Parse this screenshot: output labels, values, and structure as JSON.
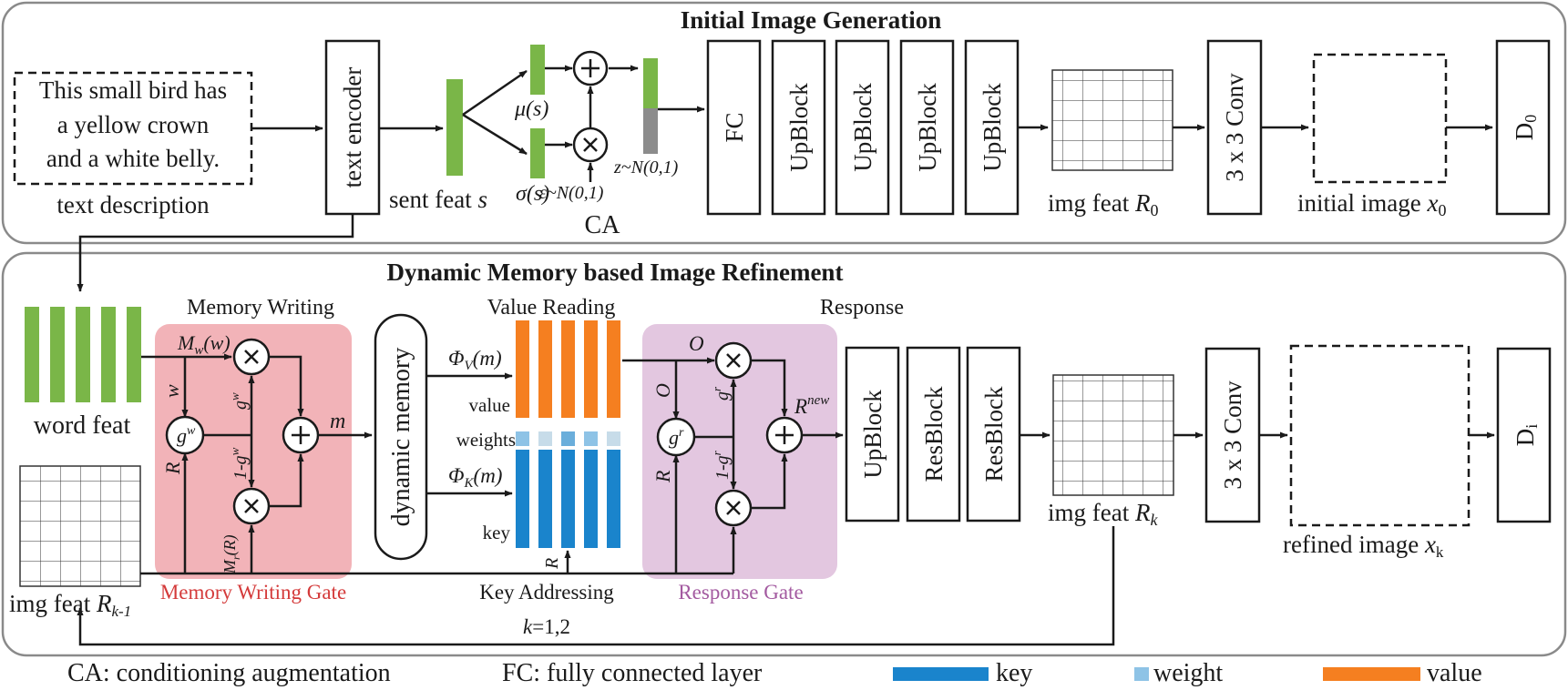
{
  "top_section": {
    "title": "Initial Image Generation",
    "text_description": [
      "This small bird has",
      "a yellow crown",
      "and a white belly."
    ],
    "text_description_label": "text description",
    "text_encoder": "text encoder",
    "sent_feat_label": "sent feat ",
    "sent_feat_var": "s",
    "mu_label": "μ(s)",
    "sigma_label": "σ(s)",
    "epsilon_label": "ε~N(0,1)",
    "z_label": "z~N(0,1)",
    "ca_label": "CA",
    "fc": "FC",
    "upblock": "UpBlock",
    "img_feat_label": "img feat ",
    "img_feat_var": "R",
    "img_feat_sub": "0",
    "conv": "3 x 3 Conv",
    "initial_image_label": "initial image ",
    "initial_image_var": "x",
    "initial_image_sub": "0",
    "discriminator": "D",
    "discriminator_sub": "0"
  },
  "bottom_section": {
    "title": "Dynamic Memory based Image Refinement",
    "word_feat": "word feat",
    "img_feat_prev": "img feat ",
    "img_feat_prev_var": "R",
    "img_feat_prev_sub": "k-1",
    "memory_writing": "Memory Writing",
    "memory_writing_gate": "Memory Writing Gate",
    "mw": "M",
    "mw_sub": "w",
    "mw_arg": "(w)",
    "w_label": "w",
    "gw": "g",
    "gw_sup": "w",
    "one_minus_gw": "1-g",
    "one_minus_gw_sup": "w",
    "mr": "M",
    "mr_sub": "r",
    "mr_arg": "(R)",
    "r_label": "R",
    "m_label": "m",
    "dynamic_memory": "dynamic memory",
    "value_reading": "Value Reading",
    "phi_v": "Φ",
    "phi_v_sub": "V",
    "phi_arg": "(m)",
    "phi_k": "Φ",
    "phi_k_sub": "K",
    "value_label": "value",
    "weights_label": "weights",
    "key_label": "key",
    "key_addressing": "Key Addressing",
    "k_eq": "=1,2",
    "k_var": "k",
    "response": "Response",
    "response_gate": "Response Gate",
    "o_label": "O",
    "gr": "g",
    "gr_sup": "r",
    "one_minus_gr": "1-g",
    "one_minus_gr_sup": "r",
    "r_new": "R",
    "r_new_sup": "new",
    "upblock": "UpBlock",
    "resblock": "ResBlock",
    "img_feat_k": "img feat ",
    "img_feat_k_var": "R",
    "img_feat_k_sub": "k",
    "conv": "3 x 3 Conv",
    "refined_image": "refined image ",
    "refined_image_var": "x",
    "refined_image_sub": "k",
    "discriminator": "D",
    "discriminator_sub": "i"
  },
  "legend": {
    "ca_def": "CA: conditioning augmentation",
    "fc_def": "FC: fully connected layer",
    "key": "key",
    "weight": "weight",
    "value": "value"
  },
  "colors": {
    "green": "#7ab648",
    "gray": "#8c8c8c",
    "orange": "#f57f20",
    "blue": "#1a84cc",
    "light_blue": "#8ec3e6",
    "pink_gate": "#f2b3b8",
    "purple_gate": "#e3c7e0",
    "gate_red_text": "#d43a3a",
    "gate_purple_text": "#a35aa0"
  }
}
